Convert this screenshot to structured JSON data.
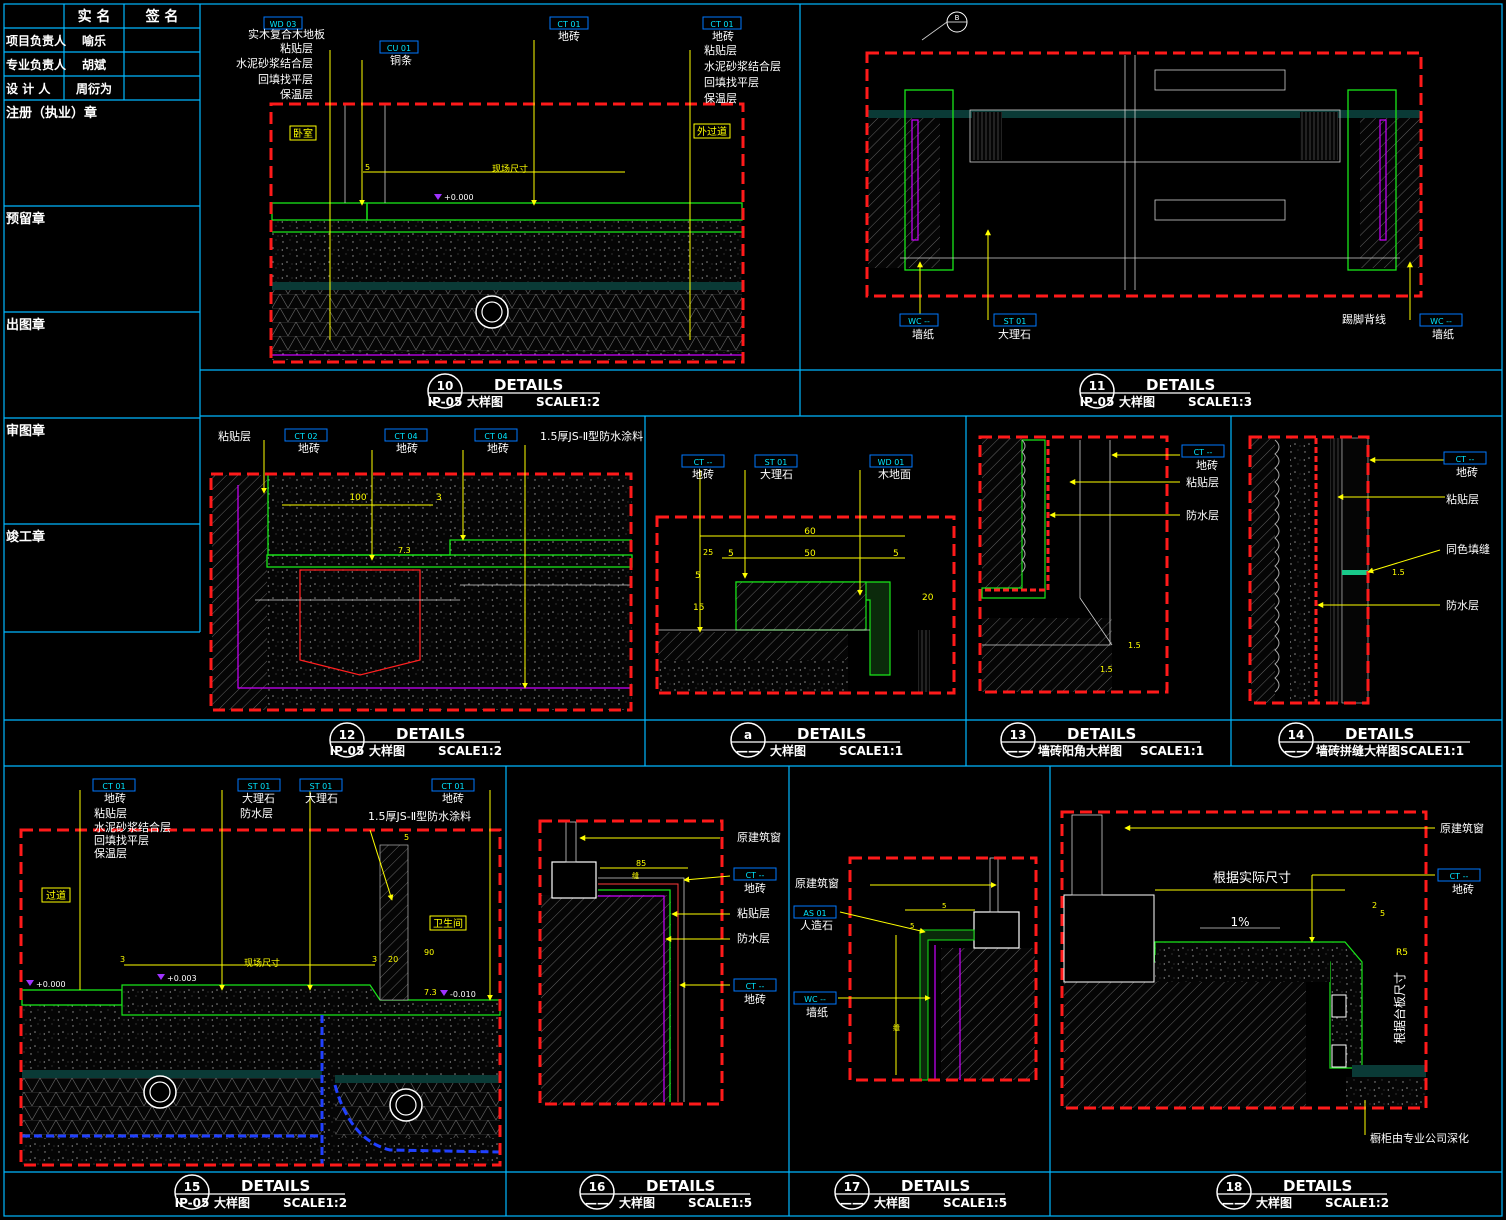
{
  "titleblock": {
    "header": [
      "实 名",
      "签 名"
    ],
    "rows": [
      {
        "role": "项目负责人",
        "name": "喻乐"
      },
      {
        "role": "专业负责人",
        "name": "胡斌"
      },
      {
        "role": "设 计 人",
        "name": "周衍为"
      }
    ],
    "stamps": [
      "注册（执业）章",
      "预留章",
      "出图章",
      "审图章",
      "竣工章"
    ]
  },
  "panels": [
    {
      "num": "10",
      "ref": "IP-05",
      "title": "DETAILS",
      "desc": "大样图",
      "scale": "SCALE1:2"
    },
    {
      "num": "11",
      "ref": "IP-05",
      "title": "DETAILS",
      "desc": "大样图",
      "scale": "SCALE1:3"
    },
    {
      "num": "12",
      "ref": "IP-05",
      "title": "DETAILS",
      "desc": "大样图",
      "scale": "SCALE1:2"
    },
    {
      "num": "a",
      "ref": "——",
      "title": "DETAILS",
      "desc": "大样图",
      "scale": "SCALE1:1"
    },
    {
      "num": "13",
      "ref": "——",
      "title": "DETAILS",
      "desc": "墙砖阳角大样图",
      "scale": "SCALE1:1"
    },
    {
      "num": "14",
      "ref": "——",
      "title": "DETAILS",
      "desc": "墙砖拼缝大样图SCALE1:1",
      "scale": ""
    },
    {
      "num": "15",
      "ref": "IP-05",
      "title": "DETAILS",
      "desc": "大样图",
      "scale": "SCALE1:2"
    },
    {
      "num": "16",
      "ref": "——",
      "title": "DETAILS",
      "desc": "大样图",
      "scale": "SCALE1:5"
    },
    {
      "num": "17",
      "ref": "——",
      "title": "DETAILS",
      "desc": "大样图",
      "scale": "SCALE1:5"
    },
    {
      "num": "18",
      "ref": "——",
      "title": "DETAILS",
      "desc": "大样图",
      "scale": "SCALE1:2"
    }
  ],
  "p10": {
    "left_labels": [
      "实木复合木地板",
      "粘贴层",
      "水泥砂浆结合层",
      "回填找平层",
      "保温层"
    ],
    "right_labels": [
      "粘贴层",
      "水泥砂浆结合层",
      "回填找平层",
      "保温层"
    ],
    "tag_wd": "WD 03",
    "tag_cu": "CU 01",
    "tag_ct1": "CT 01",
    "tag_ct2": "CT 01",
    "cu_label": "铜条",
    "ct_label1": "地砖",
    "ct_label2": "地砖",
    "room_left": "卧室",
    "room_right": "外过道",
    "dim": "现场尺寸",
    "level": "+0.000",
    "dim5": "5"
  },
  "p11": {
    "top_tag": "B",
    "tag_wc1": "WC --",
    "tag_st": "ST 01",
    "tag_wc2": "WC --",
    "lbl_wc1": "墙纸",
    "lbl_st": "大理石",
    "lbl_skirt": "踢脚背线",
    "lbl_wc2": "墙纸"
  },
  "p12": {
    "labels": [
      "粘贴层",
      "地砖",
      "地砖",
      "地砖",
      "1.5厚JS-Ⅱ型防水涂料"
    ],
    "tags": [
      "CT 02",
      "CT 04",
      "CT 04"
    ],
    "dim100": "100",
    "dim3": "3",
    "dim73": "7.3"
  },
  "pa": {
    "tags": [
      "CT --",
      "ST 01",
      "WD 01"
    ],
    "labels": [
      "地砖",
      "大理石",
      "木地面"
    ],
    "dims": [
      "60",
      "50",
      "5",
      "5",
      "5",
      "15",
      "20",
      "25"
    ]
  },
  "p13": {
    "tag": "CT --",
    "labels": [
      "地砖",
      "粘贴层",
      "防水层"
    ],
    "dims": [
      "1.5",
      "1.5"
    ]
  },
  "p14": {
    "tag": "CT --",
    "labels": [
      "地砖",
      "粘贴层",
      "同色填缝",
      "防水层"
    ],
    "dims": [
      "1.5"
    ]
  },
  "p15": {
    "tags": [
      "CT 01",
      "ST 01",
      "ST 01",
      "CT 01"
    ],
    "left_labels": [
      "地砖",
      "粘贴层",
      "水泥砂浆结合层",
      "回填找平层",
      "保温层"
    ],
    "mid_labels": [
      "大理石",
      "防水层",
      "大理石",
      "地砖"
    ],
    "note": "1.5厚JS-Ⅱ型防水涂料",
    "room_left": "过道",
    "room_right": "卫生间",
    "levels": [
      "+0.000",
      "+0.003",
      "-0.010"
    ],
    "dim": "现场尺寸",
    "dims": [
      "3",
      "3",
      "20",
      "90",
      "7.3",
      "5"
    ]
  },
  "p16": {
    "labels": [
      "原建筑窗",
      "地砖",
      "粘贴层",
      "防水层",
      "地砖"
    ],
    "tags": [
      "CT --",
      "CT --"
    ],
    "dims": [
      "85",
      "缝"
    ]
  },
  "p17": {
    "labels": [
      "原建筑窗",
      "人造石",
      "墙纸"
    ],
    "tags": [
      "AS 01",
      "WC --"
    ],
    "dims": [
      "5",
      "5",
      "缝"
    ]
  },
  "p18": {
    "labels": [
      "原建筑窗",
      "地砖",
      "根据实际尺寸",
      "根据台板尺寸",
      "橱柜由专业公司深化"
    ],
    "tag": "CT --",
    "slope": "1%",
    "dims": [
      "R5",
      "2",
      "5"
    ]
  }
}
